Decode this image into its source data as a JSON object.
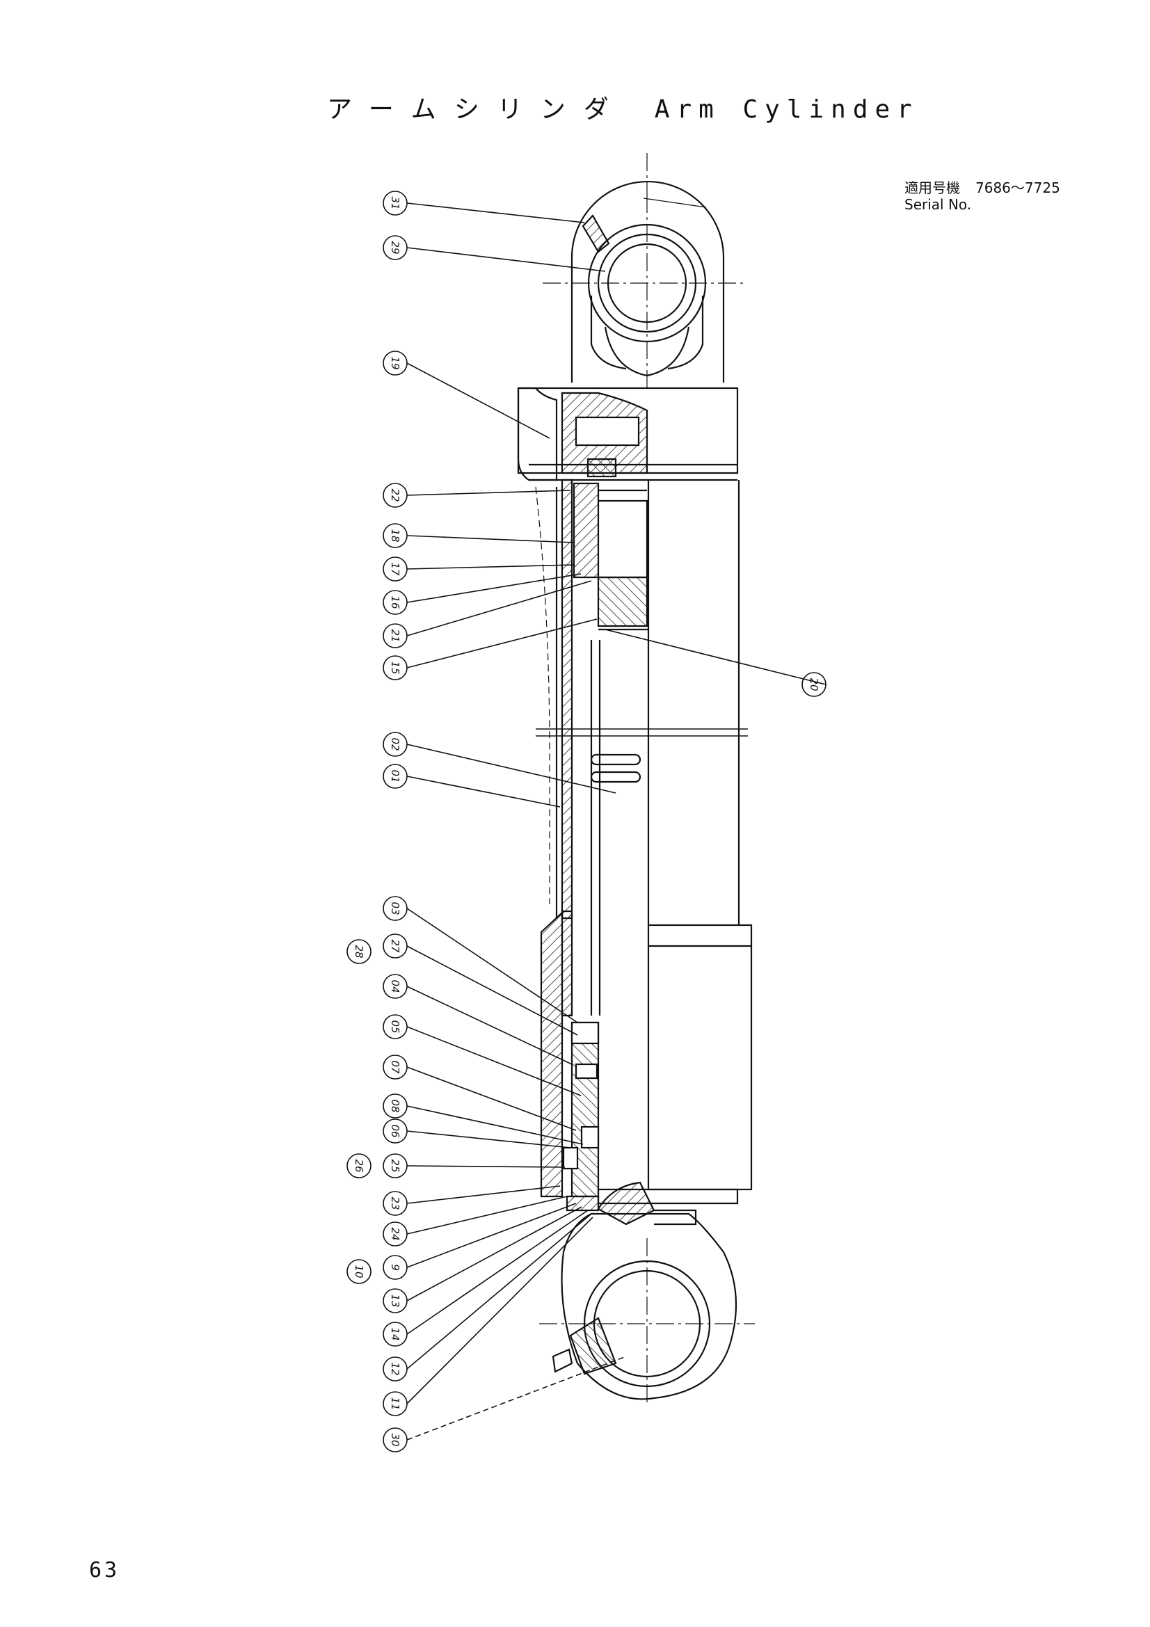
{
  "title": {
    "japanese": "アームシリンダ",
    "english": "Arm Cylinder"
  },
  "applicable_model": {
    "label_jp": "適用号機",
    "label_en": "Serial No.",
    "range": "7686〜7725"
  },
  "page_number": "63",
  "callouts": [
    {
      "id": "31",
      "label": "31"
    },
    {
      "id": "29",
      "label": "29"
    },
    {
      "id": "19",
      "label": "19"
    },
    {
      "id": "22",
      "label": "22"
    },
    {
      "id": "18",
      "label": "18"
    },
    {
      "id": "17",
      "label": "17"
    },
    {
      "id": "16",
      "label": "16"
    },
    {
      "id": "21",
      "label": "21"
    },
    {
      "id": "15",
      "label": "15"
    },
    {
      "id": "20",
      "label": "20"
    },
    {
      "id": "02",
      "label": "02"
    },
    {
      "id": "01",
      "label": "01"
    },
    {
      "id": "03",
      "label": "03"
    },
    {
      "id": "27",
      "label": "27"
    },
    {
      "id": "28",
      "label": "28"
    },
    {
      "id": "04",
      "label": "04"
    },
    {
      "id": "05",
      "label": "05"
    },
    {
      "id": "07",
      "label": "07"
    },
    {
      "id": "08",
      "label": "08"
    },
    {
      "id": "06",
      "label": "06"
    },
    {
      "id": "25",
      "label": "25"
    },
    {
      "id": "26",
      "label": "26"
    },
    {
      "id": "23",
      "label": "23"
    },
    {
      "id": "24",
      "label": "24"
    },
    {
      "id": "9",
      "label": "9"
    },
    {
      "id": "10",
      "label": "10"
    },
    {
      "id": "13",
      "label": "13"
    },
    {
      "id": "14",
      "label": "14"
    },
    {
      "id": "12",
      "label": "12"
    },
    {
      "id": "11",
      "label": "11"
    },
    {
      "id": "30",
      "label": "30"
    }
  ]
}
